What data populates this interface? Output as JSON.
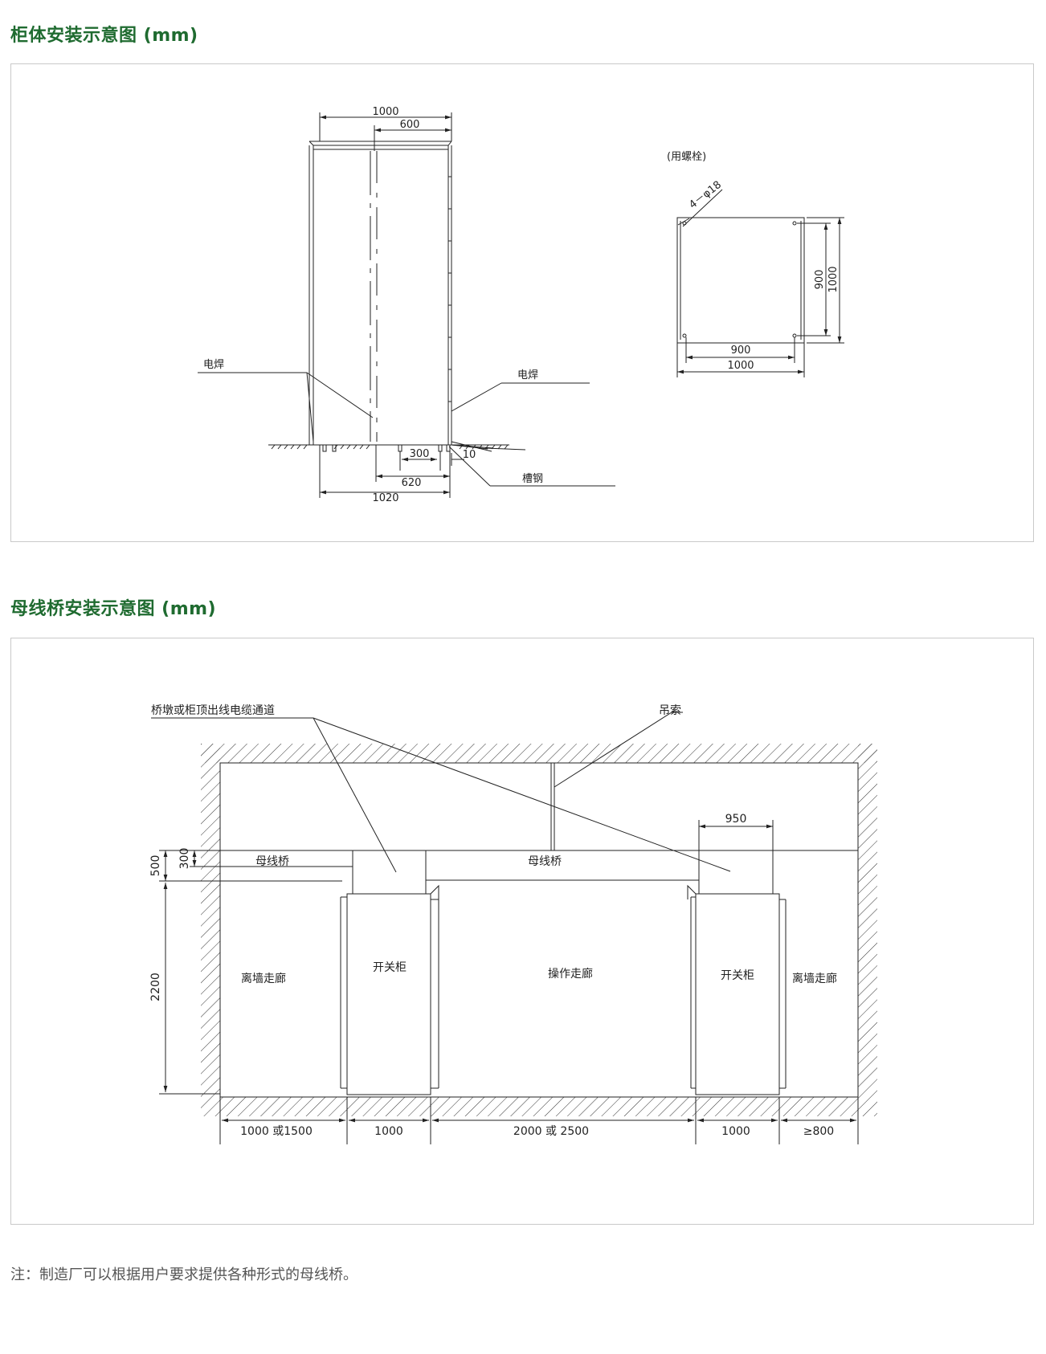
{
  "section1": {
    "title": "柜体安装示意图 (mm)",
    "dims": {
      "top_1000": "1000",
      "top_600": "600",
      "bottom_300": "300",
      "bottom_10": "10",
      "bottom_620": "620",
      "bottom_1020": "1020",
      "bolt_label": "(用螺栓)",
      "hole_spec": "4－φ18",
      "plan_900_h": "900",
      "plan_1000_h": "1000",
      "plan_900_v": "900",
      "plan_1000_v": "1000"
    },
    "labels": {
      "weld_left": "电焊",
      "weld_right": "电焊",
      "channel_steel": "槽钢"
    }
  },
  "section2": {
    "title": "母线桥安装示意图 (mm)",
    "labels": {
      "cable_channel": "桥墩或柜顶出线电缆通道",
      "sling": "吊索",
      "busbar_left": "母线桥",
      "busbar_center": "母线桥",
      "switchgear_left": "开关柜",
      "switchgear_right": "开关柜",
      "corridor_left": "离墙走廊",
      "corridor_right": "离墙走廊",
      "operation_corridor": "操作走廊"
    },
    "dims": {
      "d950": "950",
      "d500": "500",
      "d300": "300",
      "d2200": "2200",
      "bottom": [
        "1000 或1500",
        "1000",
        "2000 或 2500",
        "1000",
        "≥800"
      ]
    }
  },
  "note": "注：制造厂可以根据用户要求提供各种形式的母线桥。"
}
